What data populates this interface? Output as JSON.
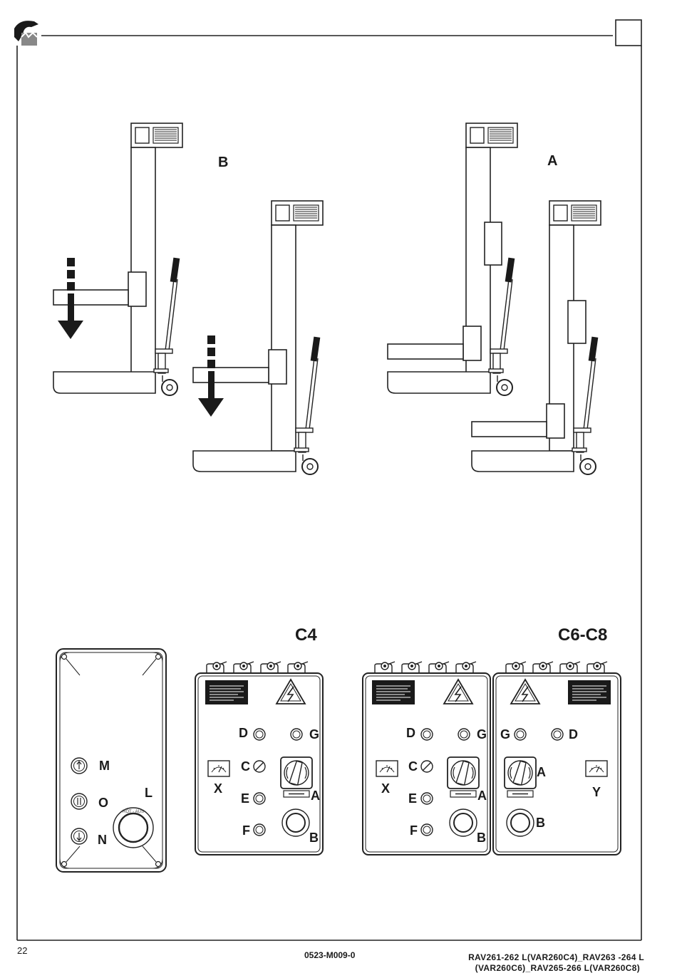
{
  "header": {
    "logo": "brand-logo-icon",
    "page_box": ""
  },
  "figure_top": {
    "label_b": "B",
    "label_a": "A"
  },
  "figure_bottom": {
    "label_c4": "C4",
    "label_c6c8": "C6-C8",
    "remote": {
      "label_m": "M",
      "label_o": "O",
      "label_n": "N",
      "label_l": "L",
      "knob_text": "ROT - AUS"
    },
    "panel_c4": {
      "d": "D",
      "g": "G",
      "c": "C",
      "x": "X",
      "e": "E",
      "a": "A",
      "f": "F",
      "b": "B"
    },
    "panel_c6_left": {
      "d": "D",
      "g": "G",
      "c": "C",
      "x": "X",
      "e": "E",
      "a": "A",
      "f": "F",
      "b": "B"
    },
    "panel_c6_right": {
      "g": "G",
      "d": "D",
      "a": "A",
      "y": "Y",
      "b": "B"
    }
  },
  "footer": {
    "page_number": "22",
    "doc_code": "0523-M009-0",
    "model_line_1": "RAV261-262 L(VAR260C4)_RAV263 -264 L",
    "model_line_2": "(VAR260C6)_RAV265-266 L(VAR260C8)"
  }
}
